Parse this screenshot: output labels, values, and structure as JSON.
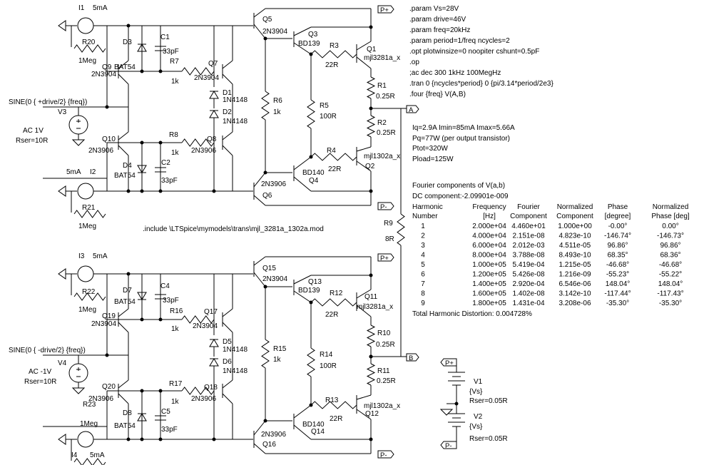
{
  "directives": {
    "params": [
      ".param Vs=28V",
      ".param drive=46V",
      ".param freq=20kHz",
      ".param period=1/freq  ncycles=2",
      ".opt plotwinsize=0  noopiter cshunt=0.5pF",
      ".op",
      ";ac dec 300 1kHz 100MegHz",
      ".tran 0 {ncycles*period} 0 {pi/3.14*period/2e3}",
      ".four  {freq} V(A,B)"
    ],
    "include": ".include  \\LTSpice\\mymodels\\trans\\mjl_3281a_1302a.mod",
    "stats": [
      "Iq=2.9A  Imin=85mA  Imax=5.66A",
      "Pq=77W (per output transistor)",
      "Ptot=320W",
      "Pload=125W"
    ]
  },
  "fourier": {
    "title": "Fourier components of V(a,b)",
    "dc": "DC component:-2.09901e-009",
    "headers": [
      [
        "Harmonic",
        "Number"
      ],
      [
        "Frequency",
        "[Hz]"
      ],
      [
        "Fourier",
        "Component"
      ],
      [
        "Normalized",
        "Component"
      ],
      [
        "Phase",
        "[degree]"
      ],
      [
        "Normalized",
        "Phase [deg]"
      ]
    ],
    "rows": [
      [
        "1",
        "2.000e+04",
        "4.460e+01",
        "1.000e+00",
        "-0.00°",
        "0.00°"
      ],
      [
        "2",
        "4.000e+04",
        "2.151e-08",
        "4.823e-10",
        "-146.74°",
        "-146.73°"
      ],
      [
        "3",
        "6.000e+04",
        "2.012e-03",
        "4.511e-05",
        "96.86°",
        "96.86°"
      ],
      [
        "4",
        "8.000e+04",
        "3.788e-08",
        "8.493e-10",
        "68.35°",
        "68.36°"
      ],
      [
        "5",
        "1.000e+05",
        "5.419e-04",
        "1.215e-05",
        "-46.68°",
        "-46.68°"
      ],
      [
        "6",
        "1.200e+05",
        "5.426e-08",
        "1.216e-09",
        "-55.23°",
        "-55.22°"
      ],
      [
        "7",
        "1.400e+05",
        "2.920e-04",
        "6.546e-06",
        "148.04°",
        "148.04°"
      ],
      [
        "8",
        "1.600e+05",
        "1.402e-08",
        "3.142e-10",
        "-117.44°",
        "-117.43°"
      ],
      [
        "9",
        "1.800e+05",
        "1.431e-04",
        "3.208e-06",
        "-35.30°",
        "-35.30°"
      ]
    ],
    "thd": "Total Harmonic Distortion: 0.004728%"
  },
  "labels": {
    "I1": "I1",
    "I1v": "5mA",
    "R20": "R20",
    "R20v": "1Meg",
    "D3": "D3",
    "D3v": "BAT54",
    "C1": "C1",
    "C1v": "33pF",
    "Q9": "Q9",
    "Q9v": "2N3904",
    "R7": "R7",
    "R7v": "1k",
    "Q7": "Q7",
    "Q7v": "2N3904",
    "Q5": "Q5",
    "Q5v": "2N3904",
    "Q3": "Q3",
    "Q3v": "BD139",
    "Q1": "Q1",
    "Q1v": "mjl3281a_x",
    "R3": "R3",
    "R3v": "22R",
    "R1": "R1",
    "R1v": "0.25R",
    "D1": "D1",
    "D1v": "1N4148",
    "D2": "D2",
    "D2v": "1N4148",
    "R6": "R6",
    "R6v": "1k",
    "R5": "R5",
    "R5v": "100R",
    "V3src": "SINE(0 { +drive/2} {freq})",
    "V3": "V3",
    "V3ac": "AC 1V",
    "V3r": "Rser=10R",
    "Q10": "Q10",
    "Q10v": "2N3906",
    "R8": "R8",
    "R8v": "1k",
    "Q8": "Q8",
    "Q8v": "2N3906",
    "D4": "D4",
    "D4v": "BAT54",
    "C2": "C2",
    "C2v": "33pF",
    "R4": "R4",
    "R4v": "22R",
    "Q2": "Q2",
    "Q2v": "mjl1302a_x",
    "R2": "R2",
    "R2v": "0.25R",
    "Q4": "Q4",
    "Q4v": "BD140",
    "Q6": "Q6",
    "Q6v": "2N3906",
    "I2": "I2",
    "I2v": "5mA",
    "R21": "R21",
    "R21v": "1Meg",
    "R9": "R9",
    "R9v": "8R",
    "Pplus": "P+",
    "Pminus": "P-",
    "A": "A",
    "B": "B",
    "I3": "I3",
    "I3v": "5mA",
    "R22": "R22",
    "R22v": "1Meg",
    "D7": "D7",
    "D7v": "BAT54",
    "C4": "C4",
    "C4v": "33pF",
    "Q19": "Q19",
    "Q19v": "2N3904",
    "R16": "R16",
    "R16v": "1k",
    "Q17": "Q17",
    "Q17v": "2N3904",
    "Q15": "Q15",
    "Q15v": "2N3904",
    "Q13": "Q13",
    "Q13v": "BD139",
    "R12": "R12",
    "R12v": "22R",
    "Q11": "Q11",
    "Q11v": "mjl3281a_x",
    "R10": "R10",
    "R10v": "0.25R",
    "D5": "D5",
    "D5v": "1N4148",
    "D6": "D6",
    "D6v": "1N4148",
    "R15": "R15",
    "R15v": "1k",
    "R14": "R14",
    "R14v": "100R",
    "V4src": "SINE(0 { -drive/2} {freq})",
    "V4": "V4",
    "V4ac": "AC -1V",
    "V4r": "Rser=10R",
    "Q20": "Q20",
    "Q20v": "2N3906",
    "R17": "R17",
    "R17v": "1k",
    "Q18": "Q18",
    "Q18v": "2N3906",
    "R11": "R11",
    "R11v": "0.25R",
    "R23": "R23",
    "R23v": "1Meg",
    "D8": "D8",
    "D8v": "BAT54",
    "C5": "C5",
    "C5v": "33pF",
    "R13": "R13",
    "R13v": "22R",
    "Q12": "Q12",
    "Q12v": "mjl1302a_x",
    "Q14": "Q14",
    "Q14v": "BD140",
    "Q16": "Q16",
    "Q16v": "2N3906",
    "I4": "I4",
    "I4v": "5mA",
    "V1": "V1",
    "V1v": "{Vs}",
    "V1r": "Rser=0.05R",
    "V2": "V2",
    "V2v": "{Vs}",
    "V2r": "Rser=0.05R"
  }
}
